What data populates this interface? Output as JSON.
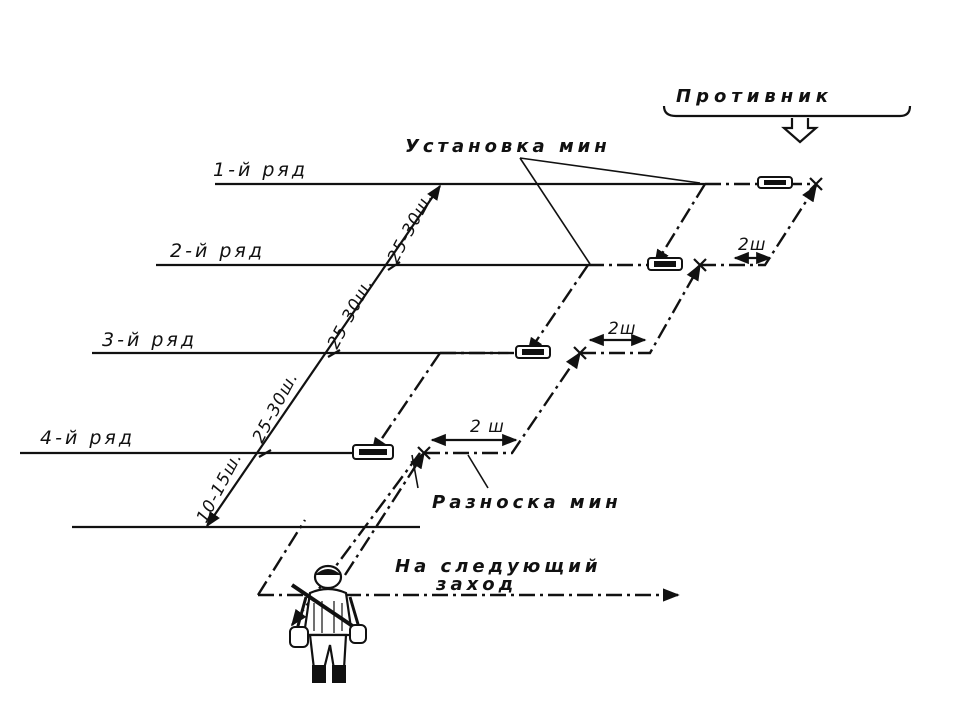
{
  "enemy_label": "Противник",
  "mine_laying_label": "Установка мин",
  "mine_carrying_label": "Разноска мин",
  "next_pass_label_line1": "На следующий",
  "next_pass_label_line2": "заход",
  "rows": [
    {
      "label": "1-й ряд"
    },
    {
      "label": "2-й ряд"
    },
    {
      "label": "3-й ряд"
    },
    {
      "label": "4-й ряд"
    }
  ],
  "row_spacing_labels": [
    "25-30ш.",
    "25-30ш.",
    "25-30ш.",
    "10-15ш."
  ],
  "offset_labels": [
    "2ш",
    "2ш",
    "2 ш"
  ],
  "icons": [
    "soldier-icon",
    "mine-icon",
    "enemy-direction-arrow-icon"
  ],
  "colors": {
    "ink": "#111111",
    "paper": "#ffffff"
  }
}
